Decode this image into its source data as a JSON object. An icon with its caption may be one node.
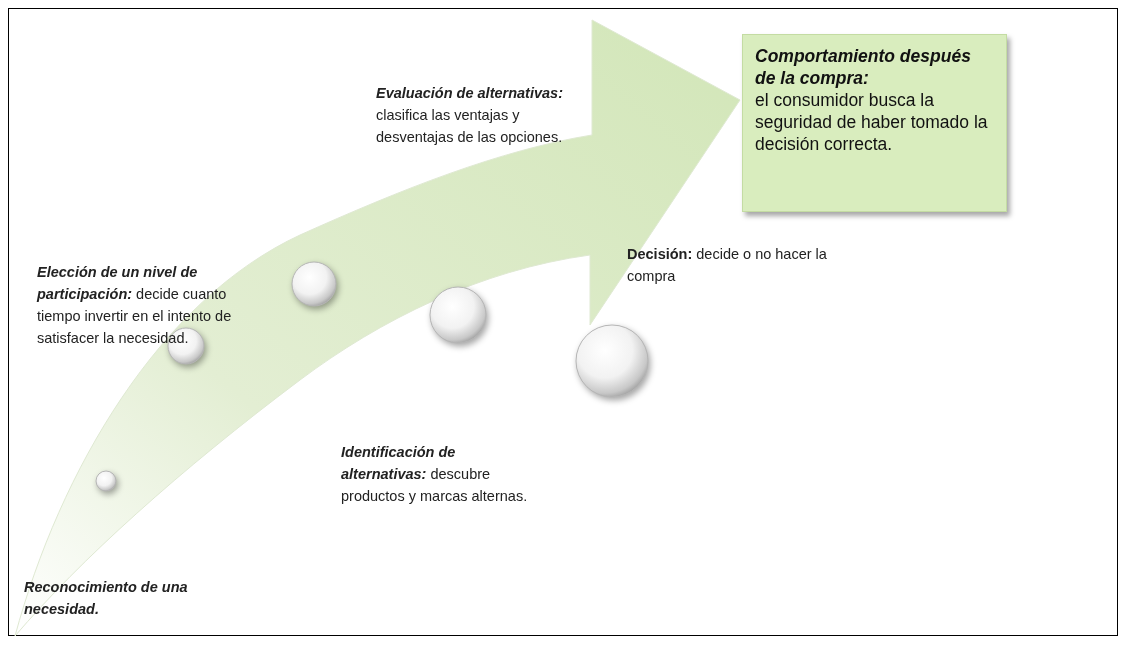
{
  "diagram": {
    "nodes": [
      {
        "text": [],
        "shape": "circle"
      },
      {
        "text": [],
        "shape": "circle",
        "beside": [
          "*Elección de un nivel de participación:* decide cuanto tiempo invertir en el intento de satisfacer la necesidad."
        ]
      },
      {
        "text": [],
        "shape": "circle"
      },
      {
        "text": [],
        "shape": "circle"
      },
      {
        "text": [],
        "shape": "circle",
        "beside": [
          "**Decisión:** decide o no hacer la compra"
        ]
      },
      {
        "text": [
          "Comportamiento después de la compra:",
          "el consumidor busca la seguridad de haber tomado la decisión correcta."
        ]
      }
    ],
    "edges": [],
    "labels": [
      "*Evaluación de alternativas:* clasifica las ventajas y desventajas de las opciones.",
      "*Identificación de alternativas:* descubre productos y marcas alternas.",
      "Reconocimiento de una necesidad."
    ]
  }
}
